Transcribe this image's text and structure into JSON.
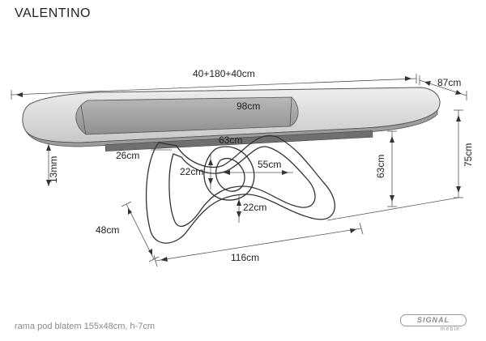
{
  "title": "VALENTINO",
  "dimensions": {
    "total_length": "40+180+40cm",
    "depth": "87cm",
    "inner_width": "98cm",
    "top_thickness": "13mm",
    "height_total": "75cm",
    "base_height": "63cm",
    "base_width_top": "63cm",
    "inner_loop": "55cm",
    "gap_top": "26cm",
    "gap_mid": "22cm",
    "gap_low": "22cm",
    "base_depth": "48cm",
    "base_length": "116cm"
  },
  "footnote": "rama pod blatem 155x48cm, h-7cm",
  "brand": {
    "name": "SIGNAL",
    "sub": "meble"
  },
  "colors": {
    "line": "#555555",
    "top_fill": "#dcdcdc",
    "inner_fill": "#a9a9a9",
    "text": "#222222"
  }
}
